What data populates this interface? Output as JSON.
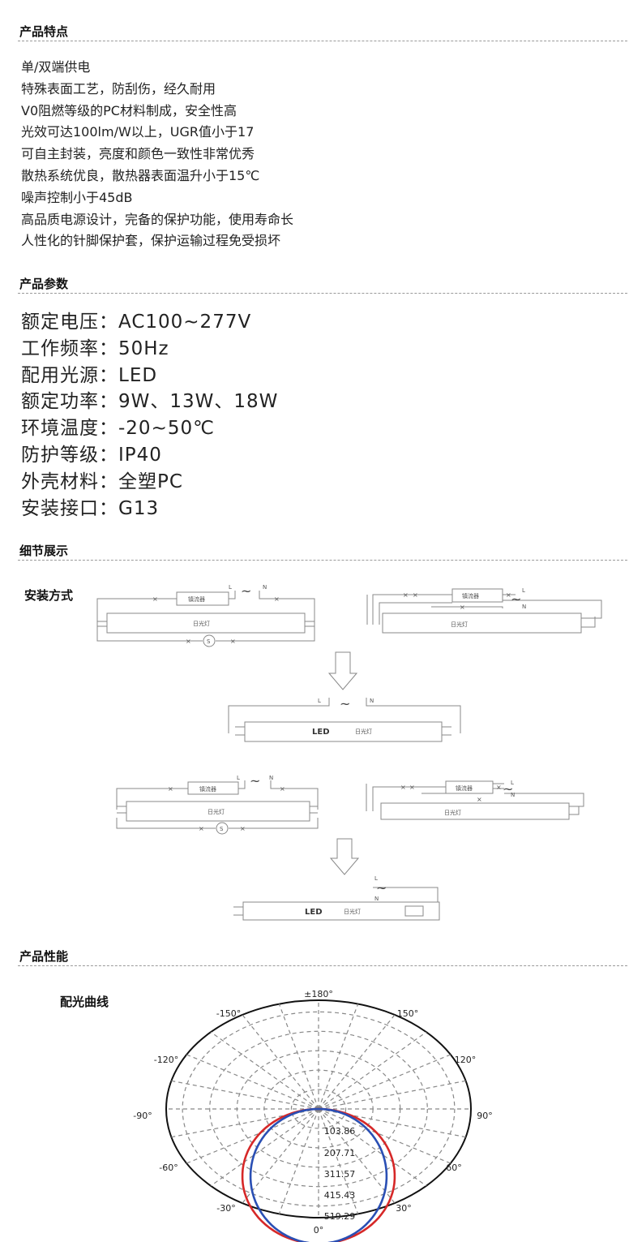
{
  "sections": {
    "features": "产品特点",
    "params": "产品参数",
    "details": "细节展示",
    "performance": "产品性能"
  },
  "features": [
    "单/双端供电",
    "特殊表面工艺，防刮伤，经久耐用",
    "V0阻燃等级的PC材料制成，安全性高",
    "光效可达100lm/W以上，UGR值小于17",
    "可自主封装，亮度和颜色一致性非常优秀",
    "散热系统优良，散热器表面温升小于15℃",
    "噪声控制小于45dB",
    "高品质电源设计，完备的保护功能，使用寿命长",
    "人性化的针脚保护套，保护运输过程免受损坏"
  ],
  "params": [
    {
      "label": "额定电压",
      "value": "AC100~277V"
    },
    {
      "label": "工作频率",
      "value": "50Hz"
    },
    {
      "label": "配用光源",
      "value": "LED"
    },
    {
      "label": "额定功率",
      "value": "9W、13W、18W"
    },
    {
      "label": "环境温度",
      "value": "-20~50℃"
    },
    {
      "label": "防护等级",
      "value": "IP40"
    },
    {
      "label": "外壳材料",
      "value": "全塑PC"
    },
    {
      "label": "安装接口",
      "value": "G13"
    }
  ],
  "param_sep": "：",
  "install": {
    "title": "安装方式",
    "ballast": "镇流器",
    "lamp": "日光灯",
    "led": "LED",
    "L": "L",
    "N": "N",
    "starter": "S",
    "tilde": "~",
    "cross": "×"
  },
  "curve": {
    "title": "配光曲线",
    "angles": [
      "±180°",
      "-150°",
      "150°",
      "-120°",
      "120°",
      "-90°",
      "90°",
      "-60°",
      "60°",
      "-30°",
      "30°",
      "0°"
    ],
    "radial_values": [
      "103.86",
      "207.71",
      "311.57",
      "415.43",
      "519.29"
    ],
    "colors": {
      "c0": "#d62828",
      "c90": "#2a4fb4",
      "grid": "#888888"
    }
  }
}
